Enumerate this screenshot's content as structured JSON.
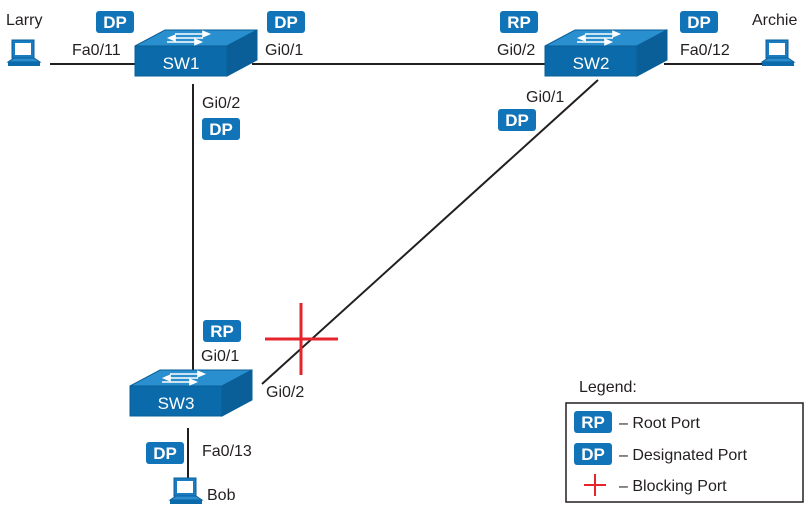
{
  "colors": {
    "switch_top": "#2a8fcf",
    "switch_front": "#0b6aa9",
    "badge": "#1173b8",
    "link": "#231f20",
    "blocking": "#e4262c"
  },
  "badges": {
    "rp": "RP",
    "dp": "DP"
  },
  "switches": {
    "sw1": "SW1",
    "sw2": "SW2",
    "sw3": "SW3"
  },
  "hosts": {
    "larry": "Larry",
    "archie": "Archie",
    "bob": "Bob"
  },
  "ports": {
    "sw1_fa0_11": "Fa0/11",
    "sw1_gi0_1": "Gi0/1",
    "sw1_gi0_2": "Gi0/2",
    "sw2_gi0_2": "Gi0/2",
    "sw2_fa0_12": "Fa0/12",
    "sw2_gi0_1": "Gi0/1",
    "sw3_gi0_1": "Gi0/1",
    "sw3_gi0_2": "Gi0/2",
    "sw3_fa0_13": "Fa0/13"
  },
  "legend": {
    "title": "Legend:",
    "root_port": "– Root Port",
    "designated_port": "– Designated Port",
    "blocking_port": "– Blocking Port"
  },
  "icons": {
    "switch": "switch-icon",
    "host": "pc-icon",
    "blocking": "blocking-cross-icon"
  }
}
